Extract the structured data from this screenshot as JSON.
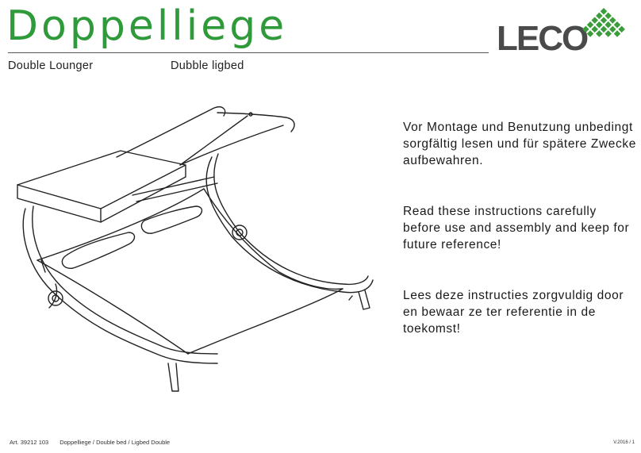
{
  "header": {
    "title": "Doppelliege",
    "subtitle_en": "Double Lounger",
    "subtitle_nl": "Dubble ligbed",
    "logo_text": "LECO"
  },
  "instructions": [
    "Vor Montage und Benutzung unbedingt sorgfältig lesen und für spätere Zwecke aufbewahren.",
    "Read these instructions carefully before use and assembly and keep for future reference!",
    "Lees deze instructies zorgvuldig door en bewaar ze ter referentie in de toekomst!"
  ],
  "footer": {
    "article": "Art. 39212 103",
    "description": "Doppelliege / Double bed / Ligbed Double",
    "version": "V.2016 / 1"
  },
  "colors": {
    "title_green": "#2e9a3a",
    "logo_gray": "#4a4a4a",
    "logo_green": "#3a9c3a"
  },
  "illustration_icon": "double-lounger-line-drawing"
}
